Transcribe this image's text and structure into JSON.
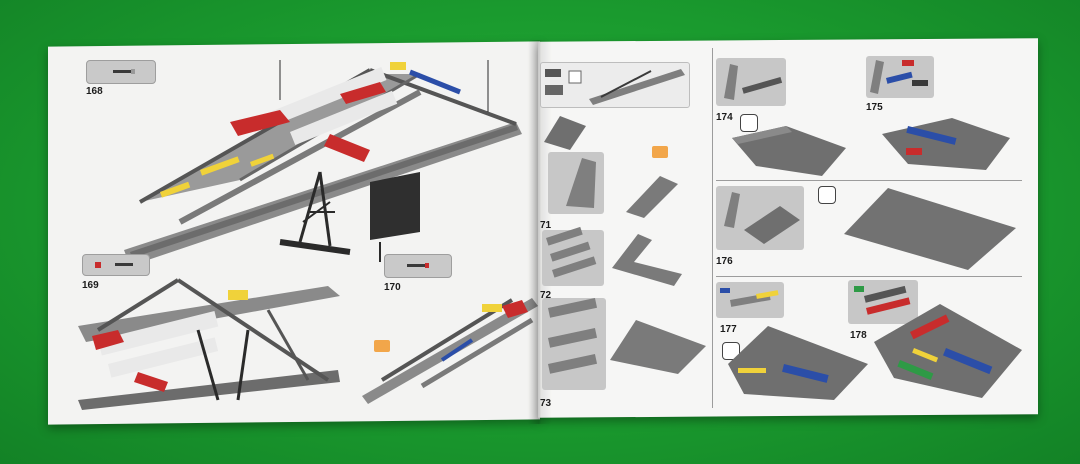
{
  "steps": {
    "s168": "168",
    "s169": "169",
    "s170": "170",
    "s171": "71",
    "s172": "72",
    "s173": "73",
    "s174": "174",
    "s175": "175",
    "s176": "176",
    "s177": "177",
    "s178": "178"
  },
  "colors": {
    "background": "#1a9a2e",
    "page": "#f3f3f2",
    "brick_grey": "#7f7f7f",
    "brick_dark": "#3a3a3a",
    "brick_red": "#c82c2c",
    "brick_blue": "#2b4ea8",
    "brick_yellow": "#f0d23a",
    "callout": "#c9c9c9",
    "badge": "#f2a64a"
  },
  "icons": {
    "rotate": "rotate-icon"
  }
}
